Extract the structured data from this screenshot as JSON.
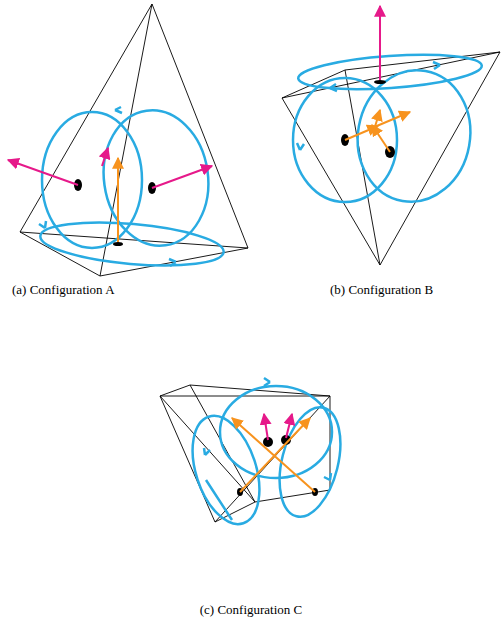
{
  "diagram": {
    "labels": [
      "(a) Configuration A",
      "(b) Configuration B",
      "(c) Configuration C"
    ]
  }
}
